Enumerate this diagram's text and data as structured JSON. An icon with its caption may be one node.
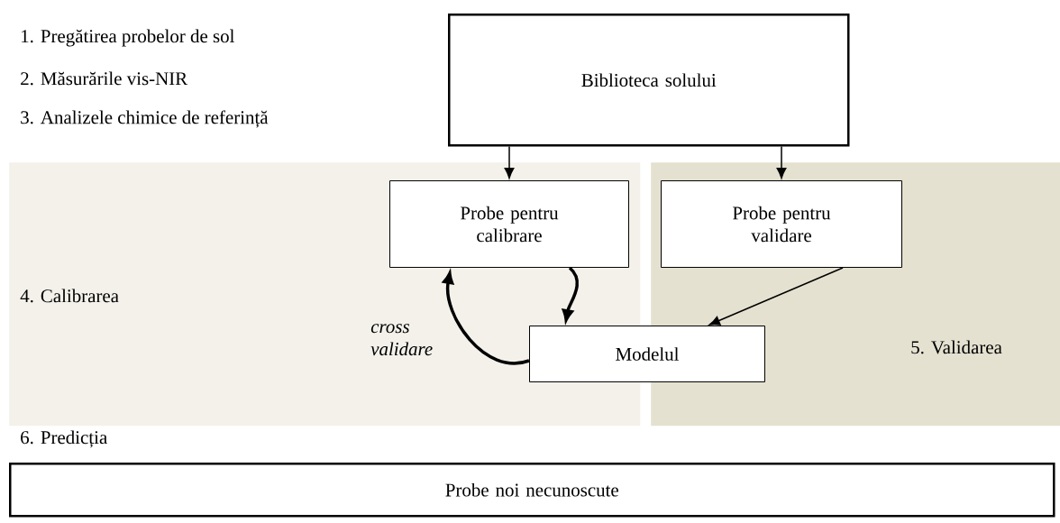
{
  "diagram": {
    "nodes": [
      {
        "text": [
          "4. Calibrarea"
        ]
      },
      {
        "text": [
          "5. Validarea"
        ]
      },
      {
        "text": [
          "Biblioteca solului"
        ]
      },
      {
        "text": [
          "Probe pentru calibrare"
        ],
        "in": 0
      },
      {
        "text": [
          "Probe pentru validare"
        ],
        "in": 1
      },
      {
        "text": [
          "Modelul"
        ]
      },
      {
        "text": [
          "Probe noi necunoscute"
        ],
        "beside": [
          "6. Predicția"
        ]
      }
    ],
    "edges": [
      {
        "from": 2,
        "to": 3,
        "arrow": "to"
      },
      {
        "from": 2,
        "to": 4,
        "arrow": "to"
      },
      {
        "from": 4,
        "to": 5,
        "arrow": "to"
      },
      {
        "from": 3,
        "to": 5,
        "arrow": "to",
        "style": "thick"
      },
      {
        "from": 5,
        "to": 3,
        "arrow": "to",
        "style": "thick",
        "label": "cross validare"
      }
    ],
    "labels": [
      "1. Pregătirea probelor de sol",
      "2. Măsurările vis-NIR",
      "3. Analizele chimice de referință"
    ]
  }
}
